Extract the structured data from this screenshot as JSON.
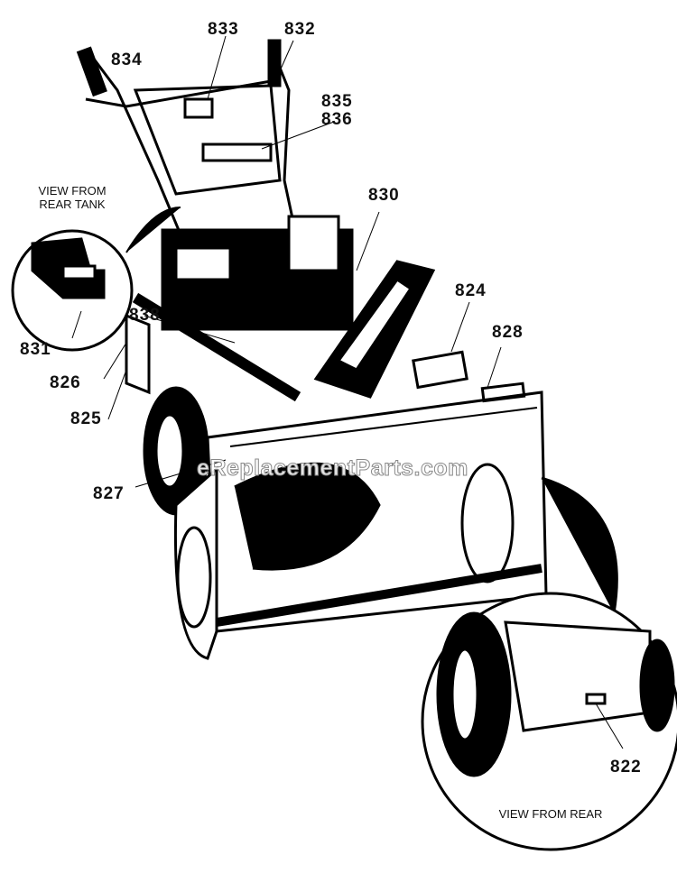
{
  "callouts": {
    "c833": "833",
    "c832": "832",
    "c834": "834",
    "c835": "835",
    "c836": "836",
    "c830": "830",
    "c831": "831",
    "c838": "838",
    "c824": "824",
    "c828": "828",
    "c826": "826",
    "c825": "825",
    "c827": "827",
    "c822": "822"
  },
  "insets": {
    "rear_tank_line1": "VIEW FROM",
    "rear_tank_line2": "REAR TANK",
    "rear": "VIEW FROM REAR"
  },
  "watermark": "eReplacementParts.com"
}
